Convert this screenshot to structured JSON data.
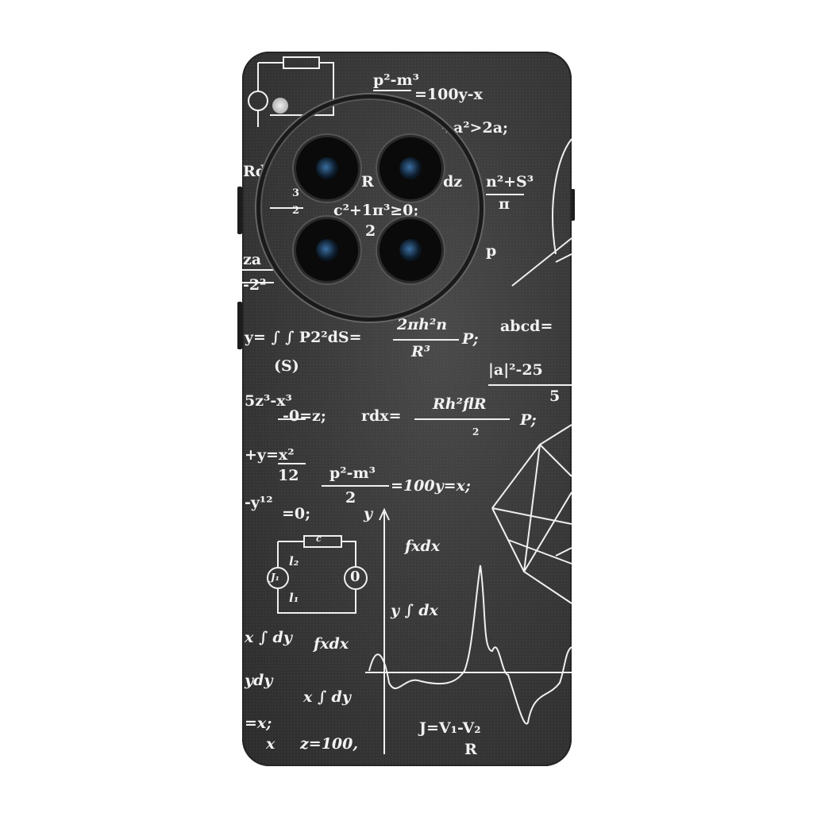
{
  "product": {
    "colors": {
      "body": "#3a3a3a",
      "chalk": "#f2f2f2",
      "camera_ring": "#1a1a1a"
    },
    "formulas": [
      "p²-m³",
      "=100y-x",
      "+a²>2a;",
      "R",
      "dz",
      "n²+S³",
      "π",
      "c²+1π³≥0;",
      "2",
      "p",
      "abcd=",
      "y= ∫ ∫ P2²dS=",
      "2πh²n",
      "R³",
      "P;",
      "(S)",
      "|a|²-25",
      "5",
      "5z³-x³",
      "-0=z;",
      "rdx=",
      "Rh²flR",
      "2",
      "P;",
      "+y=x²",
      "12",
      "p²-m³",
      "2",
      "=100y=x;",
      "-y¹²",
      "=0;",
      "y",
      "fxdx",
      "y ∫ dx",
      "x ∫ dy",
      "fxdx",
      "ydy",
      "x ∫ dy",
      "=x;",
      "x",
      "z=100,",
      "J=V₁-V₂",
      "R",
      "c",
      "l₂",
      "J₁",
      "l₁",
      "0",
      "Rd",
      "-2²",
      "za",
      "3",
      "2"
    ]
  }
}
